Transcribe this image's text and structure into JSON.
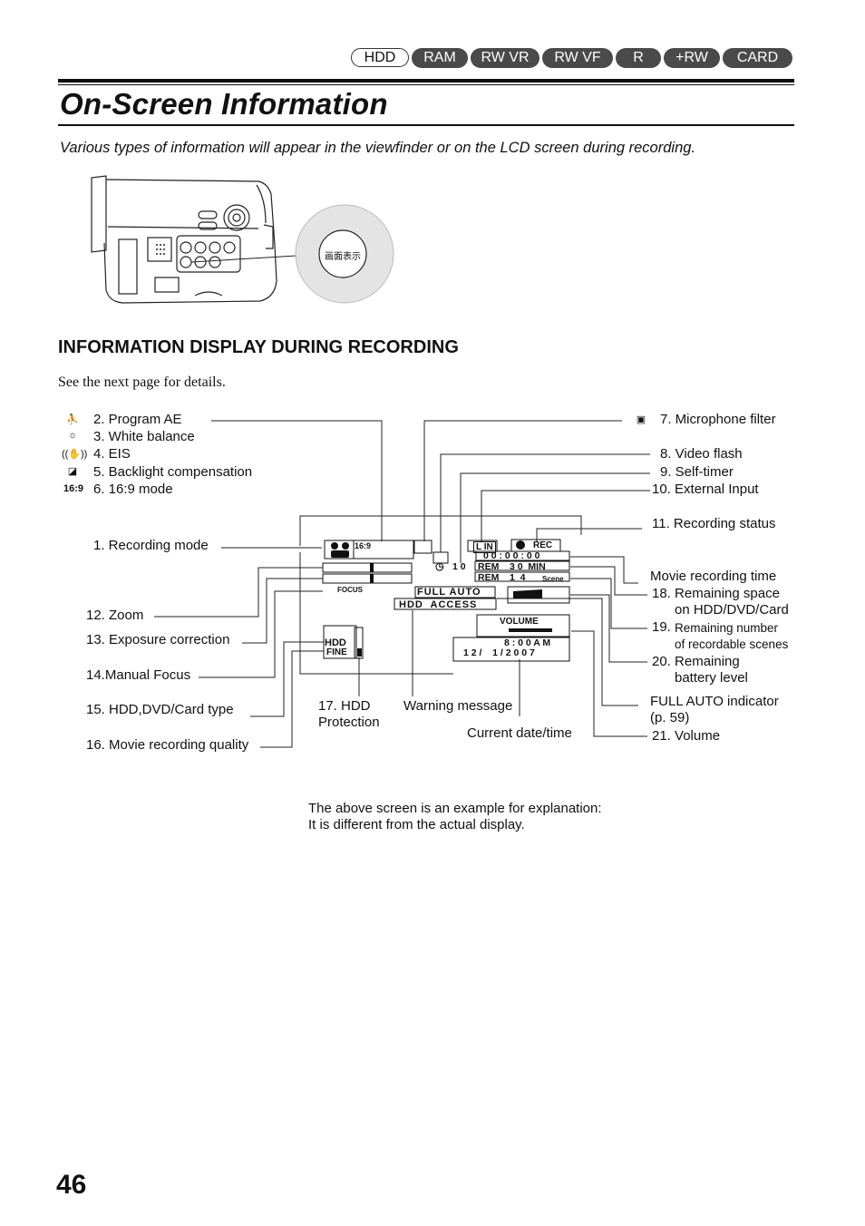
{
  "tabs": [
    "HDD",
    "RAM",
    "RW VR",
    "RW VF",
    "R",
    "+RW",
    "CARD"
  ],
  "title": "On-Screen Information",
  "intro": "Various types of information will appear in the viewfinder or on the LCD screen during recording.",
  "camera": {
    "button_label": "画面表示"
  },
  "section_heading": "INFORMATION DISPLAY DURING RECORDING",
  "see_next": "See the next page for details.",
  "labels": {
    "program_ae": "2. Program AE",
    "white_balance": "3. White balance",
    "eis": "4. EIS",
    "backlight": "5. Backlight compensation",
    "mode_169": "6. 16:9 mode",
    "recording_mode": "1. Recording mode",
    "zoom": "12. Zoom",
    "exposure": "13. Exposure correction",
    "manual_focus": "14.Manual Focus",
    "media_type": "15. HDD,DVD/Card type",
    "quality": "16. Movie recording quality",
    "hdd_protection_1": "17. HDD",
    "hdd_protection_2": "Protection",
    "warning": "Warning message",
    "date_time": "Current date/time",
    "mic_filter": "7. Microphone filter",
    "video_flash": "8. Video flash",
    "self_timer": "9. Self-timer",
    "external_input": "10. External Input",
    "rec_status": "11. Recording status",
    "movie_time": "Movie recording time",
    "remaining_space_1": "18. Remaining space",
    "remaining_space_2": "on HDD/DVD/Card",
    "remaining_scenes_num": "19.",
    "remaining_scenes_1": "Remaining number",
    "remaining_scenes_2": "of recordable scenes",
    "battery_1": "20. Remaining",
    "battery_2": "battery level",
    "full_auto_1": "FULL AUTO indicator",
    "full_auto_2": "(p. 59)",
    "volume": "21. Volume"
  },
  "screen": {
    "l_in": "L IN",
    "rec": "REC",
    "time": "0 0 : 0 0 : 0 0",
    "timer": "1 0",
    "rem_min": "REM    3 0  MIN",
    "rem_scene": "REM    1  4",
    "scene": "Scene",
    "full_auto": "FULL AUTO",
    "hdd_access": "HDD  ACCESS",
    "volume": "VOLUME",
    "clock": "8 : 0 0 A M",
    "date": "1 2 /    1 / 2 0 0 7",
    "hdd": "HDD",
    "fine": "FINE",
    "mode169": "16:9",
    "focus": "FOCUS"
  },
  "note": [
    "The above screen is an example for explanation:",
    "It is different from the actual display."
  ],
  "page_number": "46"
}
